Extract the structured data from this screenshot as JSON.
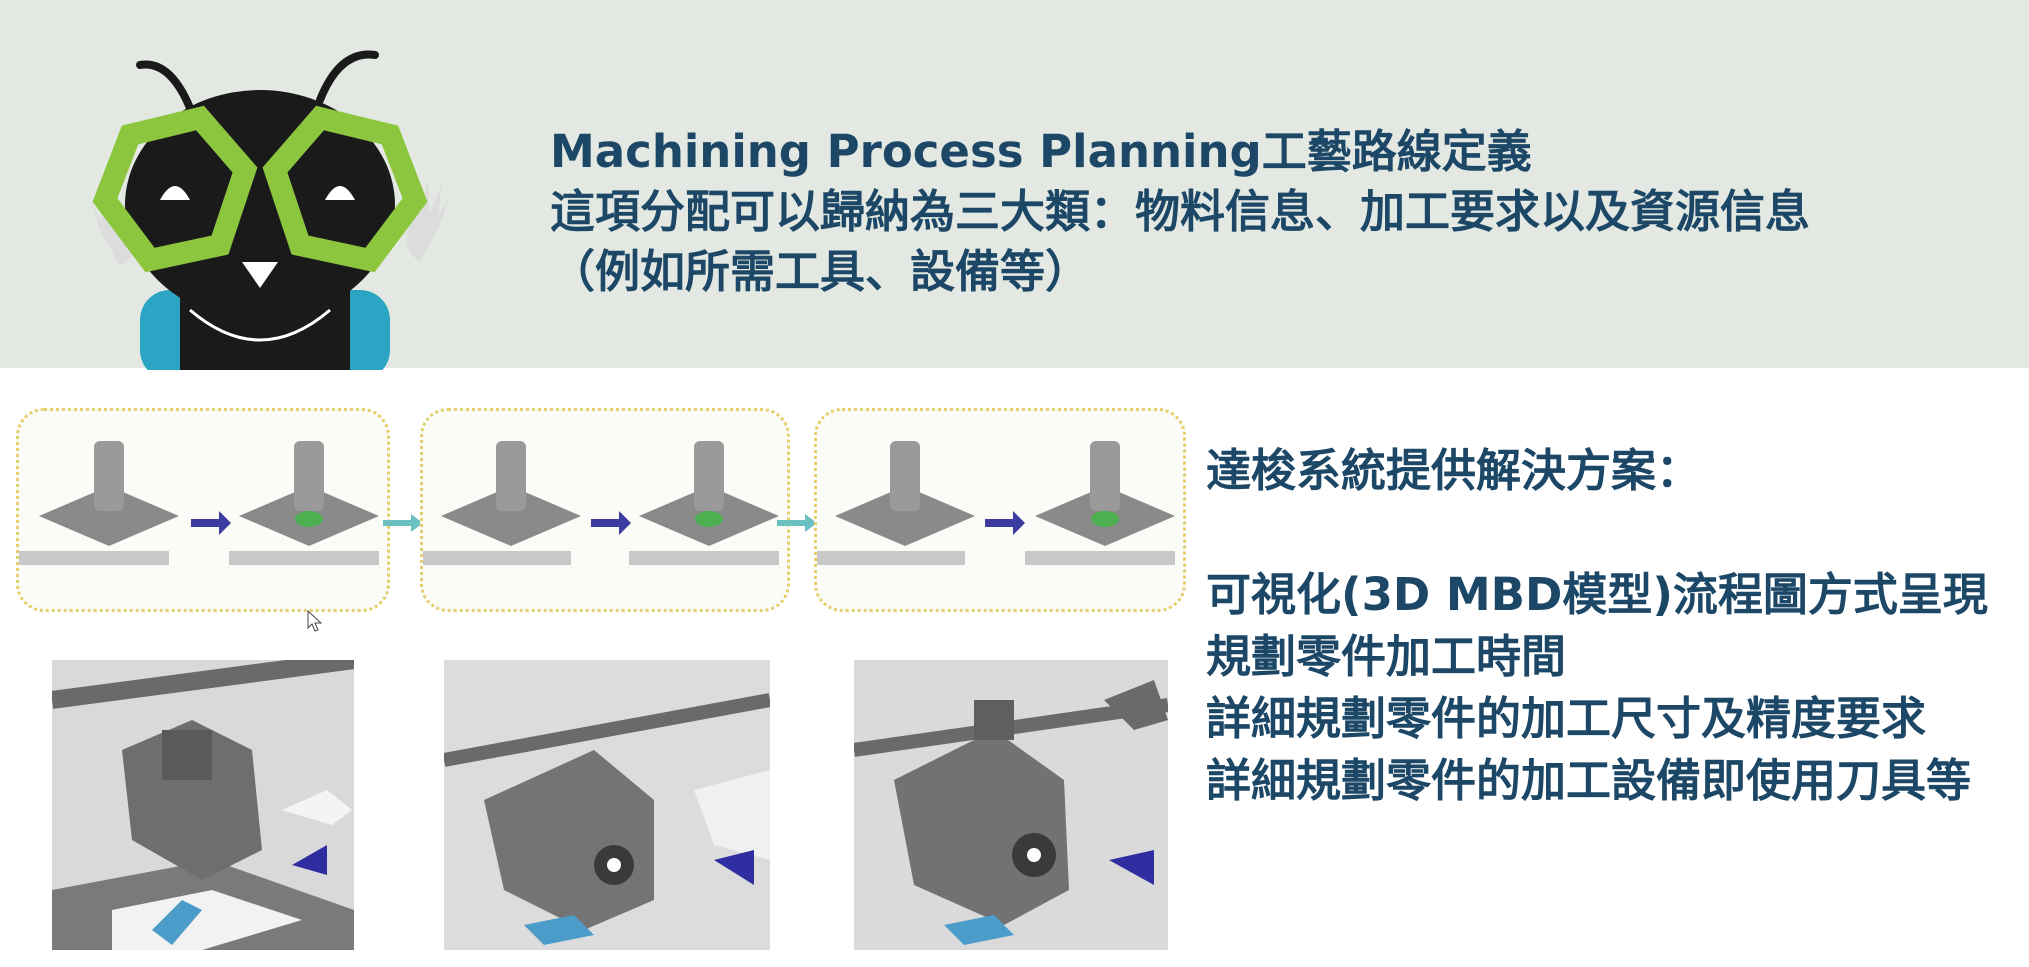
{
  "header": {
    "title_lines": [
      "Machining Process Planning工藝路線定義",
      "這項分配可以歸納為三大類：物料信息、加工要求以及資源信息",
      "（例如所需工具、設備等）"
    ]
  },
  "mascot": {
    "icon": "ant-mascot-icon",
    "lens_color": "#8cc63f",
    "body_color": "#1a1a1a"
  },
  "process_flow": {
    "groups": [
      {
        "steps": [
          {
            "icon": "part-fixture-icon"
          },
          {
            "icon": "part-fixture-icon"
          }
        ]
      },
      {
        "steps": [
          {
            "icon": "part-fixture-icon"
          },
          {
            "icon": "part-fixture-icon"
          }
        ]
      },
      {
        "steps": [
          {
            "icon": "part-fixture-icon"
          },
          {
            "icon": "part-fixture-icon"
          }
        ]
      }
    ],
    "arrow_color": "#3b3ba0",
    "link_color": "#6cc0c0",
    "border_color": "#e4cf6b"
  },
  "photos": [
    {
      "icon": "gearbox-housing-photo-icon"
    },
    {
      "icon": "gearbox-housing-photo-icon"
    },
    {
      "icon": "gearbox-housing-photo-icon"
    }
  ],
  "solution": {
    "heading": "達梭系統提供解決方案：",
    "items": [
      "可視化(3D MBD模型)流程圖方式呈現",
      "規劃零件加工時間",
      "詳細規劃零件的加工尺寸及精度要求",
      "詳細規劃零件的加工設備即使用刀具等"
    ]
  },
  "colors": {
    "text": "#1d4766",
    "band": "#e3e9e2"
  }
}
